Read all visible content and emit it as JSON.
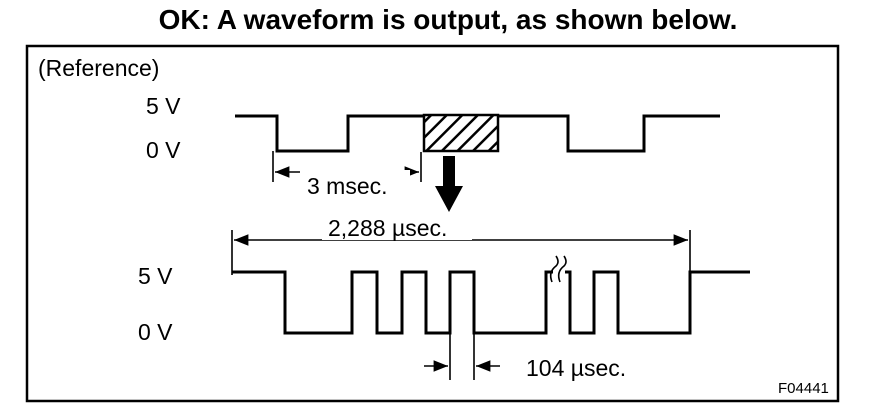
{
  "title": "OK: A waveform is output, as shown below.",
  "reference_label": "(Reference)",
  "upper_waveform": {
    "high_label": "5 V",
    "low_label": "0 V",
    "period_label": "3 msec."
  },
  "lower_waveform": {
    "high_label": "5 V",
    "low_label": "0 V",
    "frame_label": "2,288 µsec.",
    "bit_label": "104 µsec."
  },
  "figure_id": "F04441"
}
